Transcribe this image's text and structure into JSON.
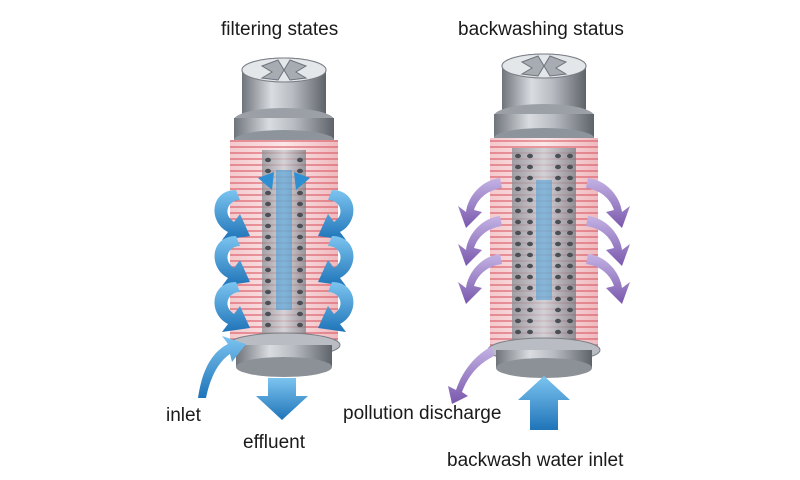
{
  "titles": {
    "filtering": "filtering states",
    "backwashing": "backwashing status"
  },
  "labels": {
    "inlet": "inlet",
    "effluent": "effluent",
    "pollution_discharge": "pollution discharge",
    "backwash_water_inlet": "backwash water inlet"
  },
  "colors": {
    "filter_flow": "#2f8fd3",
    "backwash_flow": "#8f6bbf",
    "ring": "#e0707a",
    "metal": "#a9adb3",
    "core": "#6d737b"
  },
  "icons": {
    "filtering_element": "disc-filter-element",
    "backwash_element": "disc-filter-element",
    "flow_arrow": "curved-arrow"
  }
}
